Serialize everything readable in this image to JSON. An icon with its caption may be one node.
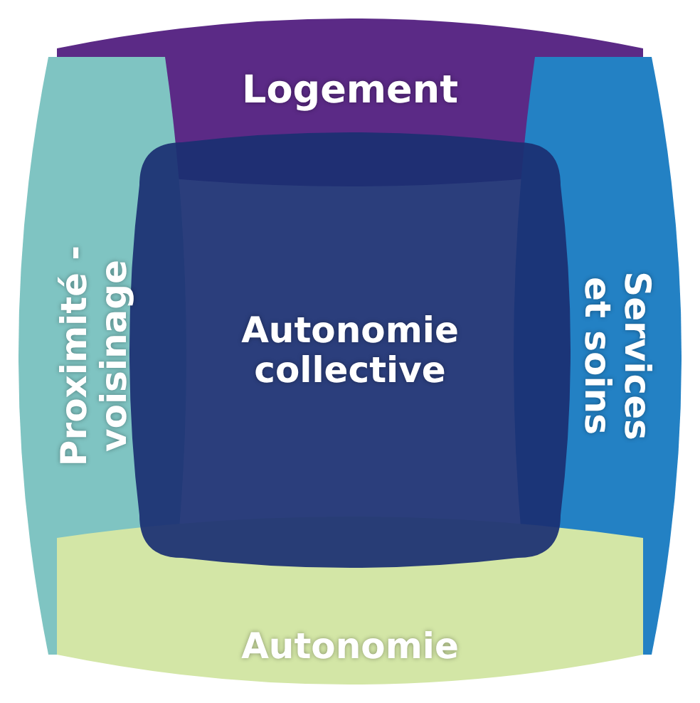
{
  "diagram": {
    "nodes": [
      {
        "text": [
          "Logement"
        ]
      },
      {
        "text": [
          "Proximité - voisinage"
        ]
      },
      {
        "text": [
          "Services et soins"
        ]
      },
      {
        "text": [
          "Autonomie"
        ]
      },
      {
        "text": [
          "Autonomie collective"
        ]
      }
    ]
  }
}
